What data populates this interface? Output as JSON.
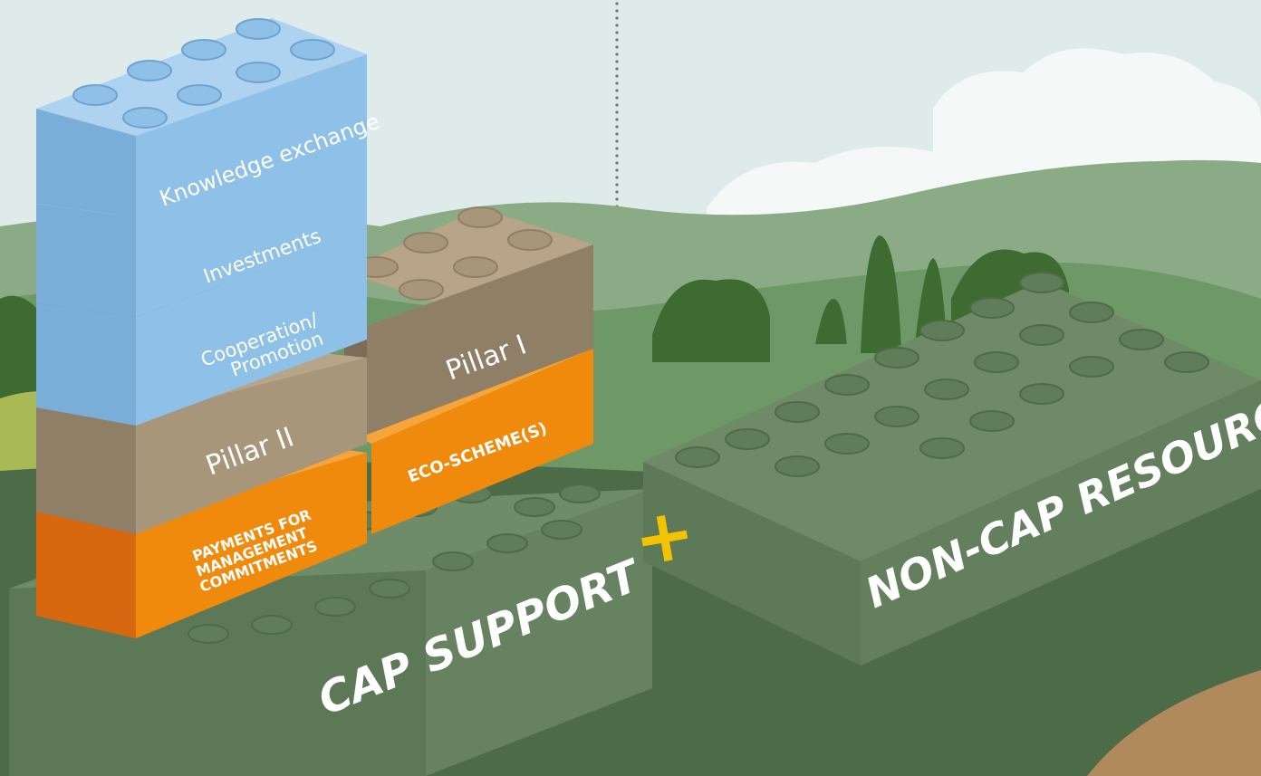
{
  "blocks": {
    "knowledge": "Knowledge exchange",
    "investments": "Investments",
    "cooperation_line1": "Cooperation/",
    "cooperation_line2": "Promotion",
    "pillar1": "Pillar I",
    "pillar2": "Pillar II",
    "eco": "ECO-SCHEME(S)",
    "payments_line1": "PAYMENTS FOR",
    "payments_line2": "MANAGEMENT",
    "payments_line3": "COMMITMENTS"
  },
  "base": {
    "cap": "CAP SUPPORT",
    "plus": "+",
    "noncap": "NON-CAP RESOURCES"
  },
  "colors": {
    "sky": "#dfeaea",
    "hills": "#7fa47f",
    "ground": "#4d6b47",
    "brick_green": "#6e8a66",
    "brick_tan": "#9a8a70",
    "brick_orange": "#f08a0c",
    "brick_blue": "#8ec0e8",
    "plus": "#f2c400"
  }
}
